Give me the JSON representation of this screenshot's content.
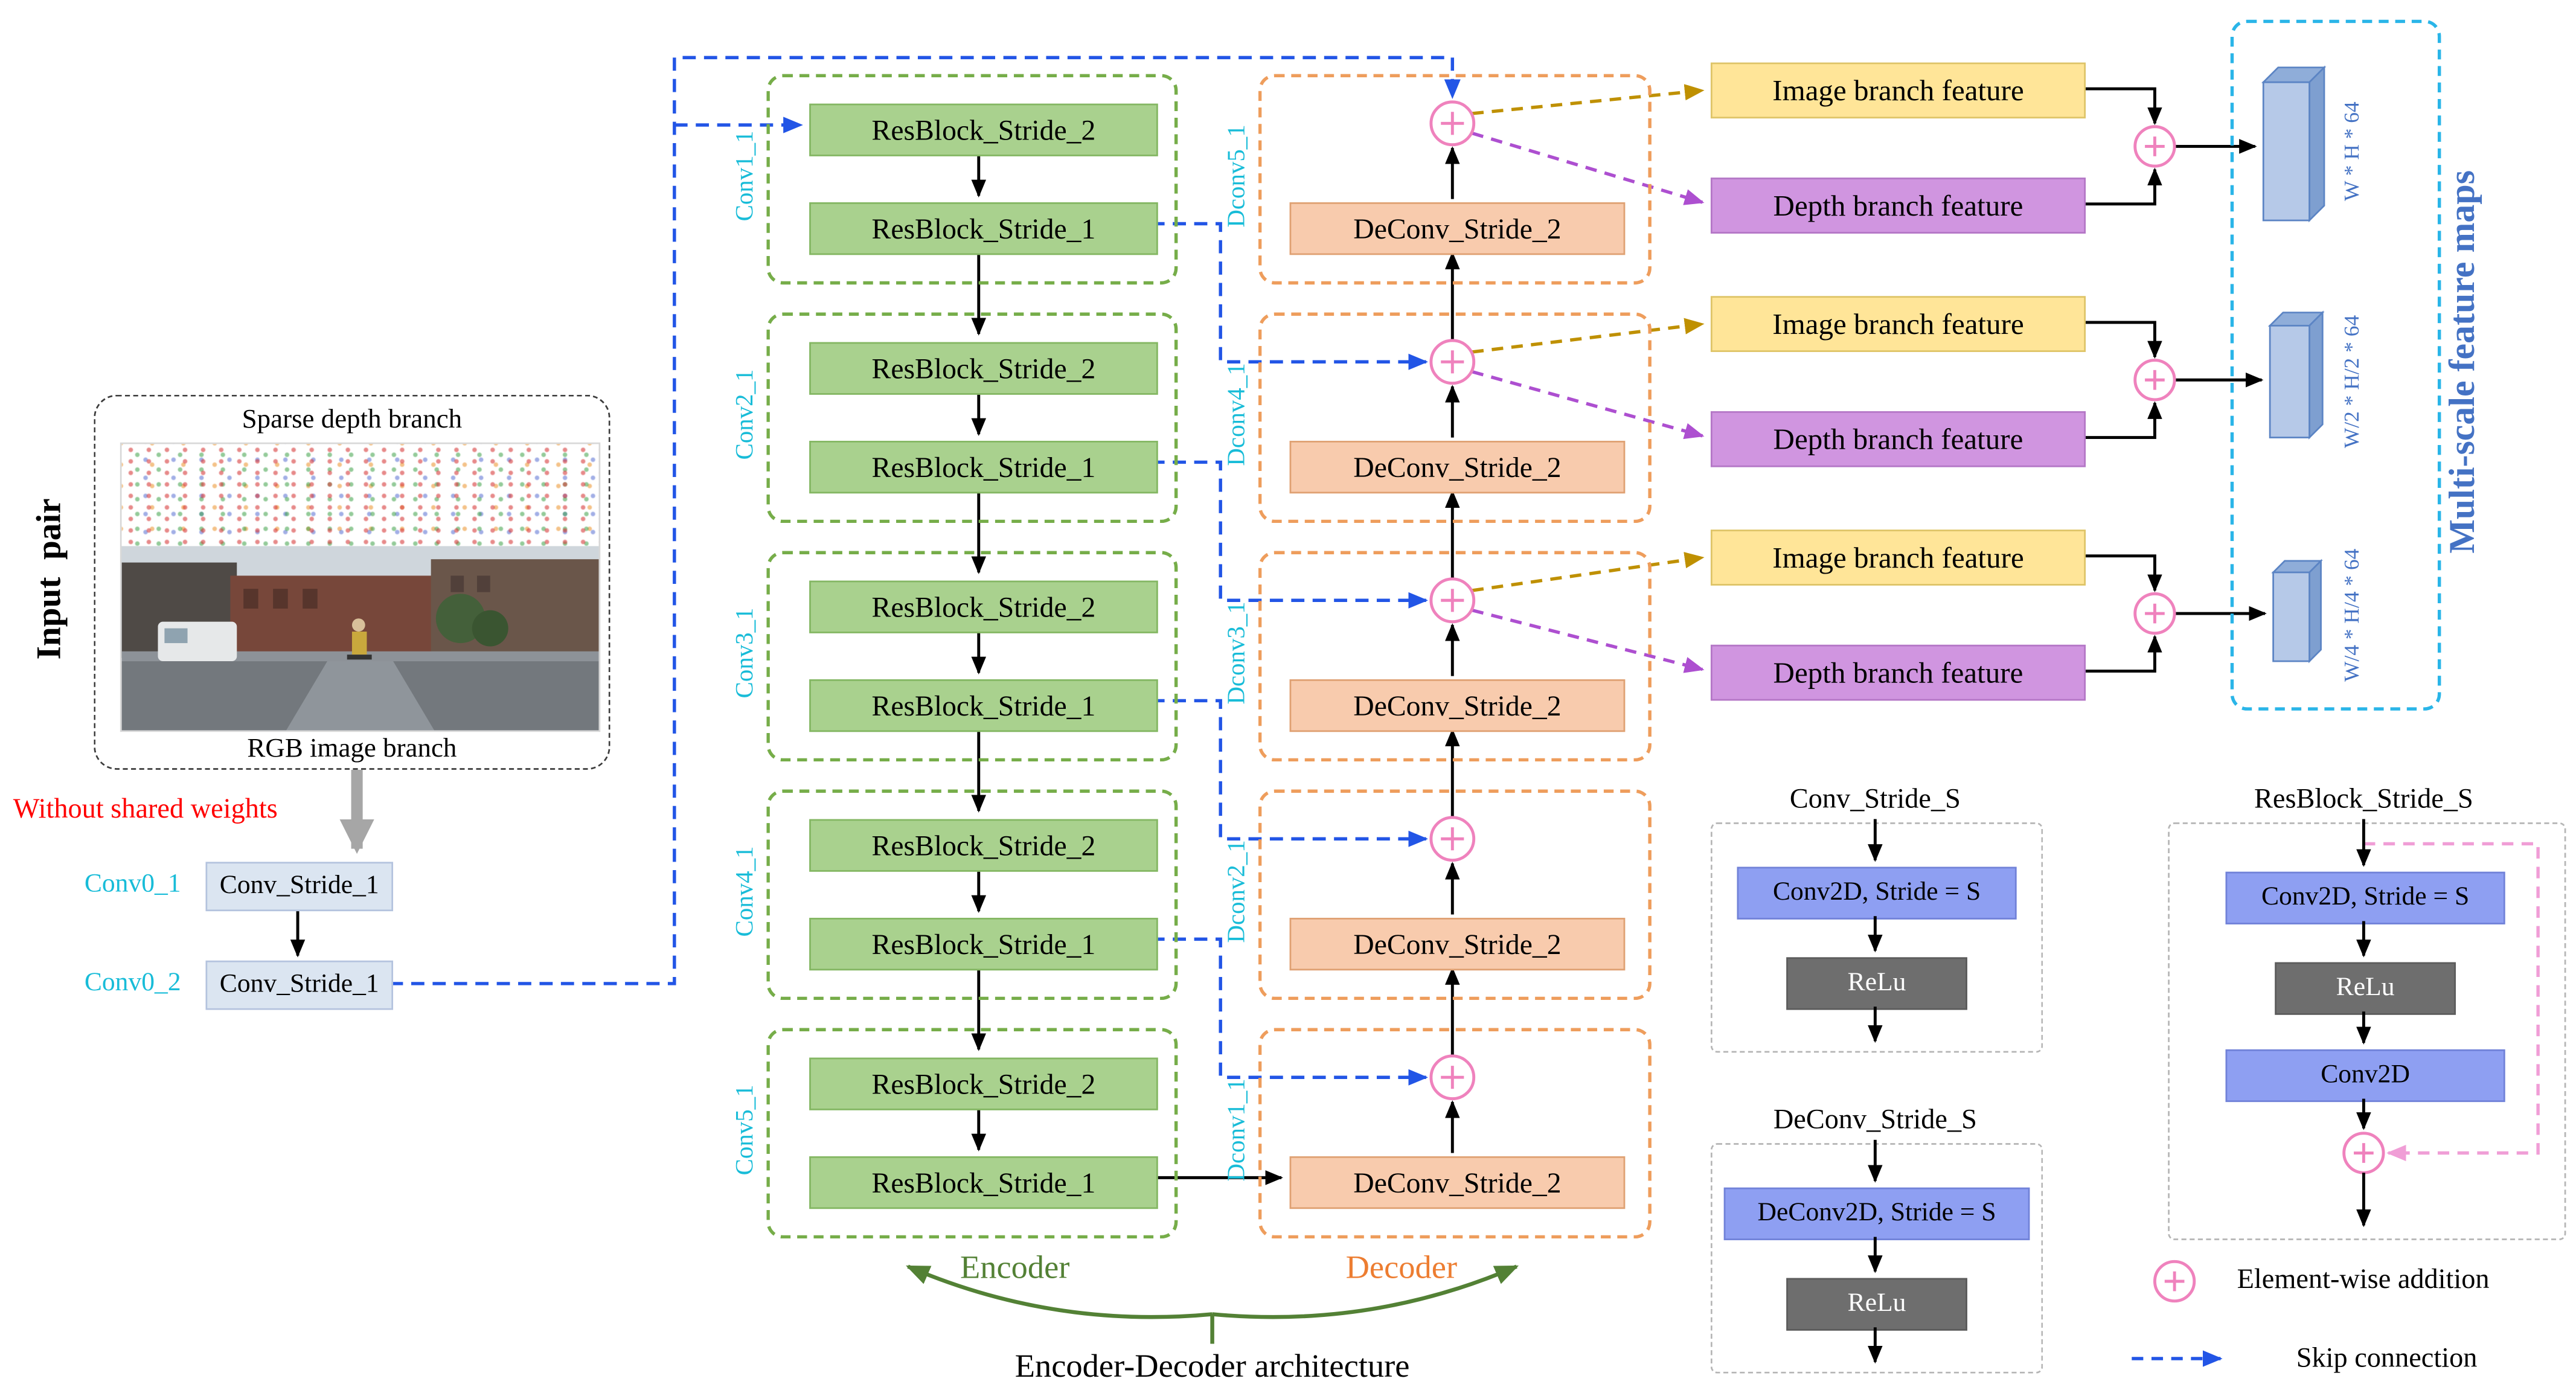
{
  "input_pair": {
    "side_label": "Input  pair",
    "sparse_label": "Sparse depth branch",
    "rgb_label": "RGB image branch",
    "no_shared": "Without shared weights",
    "conv0": [
      {
        "tag": "Conv0_1",
        "label": "Conv_Stride_1"
      },
      {
        "tag": "Conv0_2",
        "label": "Conv_Stride_1"
      }
    ]
  },
  "encoder": {
    "caption": "Encoder",
    "groups": [
      {
        "tag": "Conv1_1",
        "block1": "ResBlock_Stride_2",
        "block2": "ResBlock_Stride_1"
      },
      {
        "tag": "Conv2_1",
        "block1": "ResBlock_Stride_2",
        "block2": "ResBlock_Stride_1"
      },
      {
        "tag": "Conv3_1",
        "block1": "ResBlock_Stride_2",
        "block2": "ResBlock_Stride_1"
      },
      {
        "tag": "Conv4_1",
        "block1": "ResBlock_Stride_2",
        "block2": "ResBlock_Stride_1"
      },
      {
        "tag": "Conv5_1",
        "block1": "ResBlock_Stride_2",
        "block2": "ResBlock_Stride_1"
      }
    ]
  },
  "decoder": {
    "caption": "Decoder",
    "groups": [
      {
        "tag": "Dconv5_1",
        "label": "DeConv_Stride_2"
      },
      {
        "tag": "Dconv4_1",
        "label": "DeConv_Stride_2"
      },
      {
        "tag": "Dconv3_1",
        "label": "DeConv_Stride_2"
      },
      {
        "tag": "Dconv2_1",
        "label": "DeConv_Stride_2"
      },
      {
        "tag": "Dconv1_1",
        "label": "DeConv_Stride_2"
      }
    ]
  },
  "bottom_caption": "Encoder-Decoder architecture",
  "multi_scale": {
    "title": "Multi-scale feature maps",
    "rows": [
      {
        "image": "Image branch feature",
        "depth": "Depth branch feature",
        "dims": "W * H * 64"
      },
      {
        "image": "Image branch feature",
        "depth": "Depth branch feature",
        "dims": "W/2 * H/2 * 64"
      },
      {
        "image": "Image branch feature",
        "depth": "Depth branch feature",
        "dims": "W/4 * H/4 * 64"
      }
    ]
  },
  "blocks_legend": {
    "conv": {
      "title": "Conv_Stride_S",
      "l1": "Conv2D, Stride = S",
      "l2": "ReLu"
    },
    "deconv": {
      "title": "DeConv_Stride_S",
      "l1": "DeConv2D, Stride = S",
      "l2": "ReLu"
    },
    "resblock": {
      "title": "ResBlock_Stride_S",
      "l1": "Conv2D, Stride = S",
      "l2": "ReLu",
      "l3": "Conv2D"
    }
  },
  "legend": {
    "addition": "Element-wise addition",
    "skip": "Skip connection"
  },
  "colors": {
    "encoder_block": "#a9d18e",
    "encoder_outline": "#76ad49",
    "decoder_block": "#f8cbad",
    "decoder_outline": "#ee9d5c",
    "conv0_block": "#dbe5f1",
    "image_feature_yellow": "#ffe598",
    "depth_feature_purple": "#d095e0",
    "layer_blue": "#8e9ff2",
    "relu_gray": "#6e6e6e",
    "tag_cyan": "#18bcd8",
    "skip_blue": "#2255e6",
    "image_dash_gold": "#bf9000",
    "depth_dash_purple": "#ad4fd0",
    "addition_pink": "#ef82bd",
    "resblock_skip_pink": "#f09ed6",
    "multiscale_blue": "#4472c4",
    "warning_red": "#ff0000",
    "encoder_caption_green": "#538135",
    "decoder_caption_orange": "#ed7d31"
  }
}
